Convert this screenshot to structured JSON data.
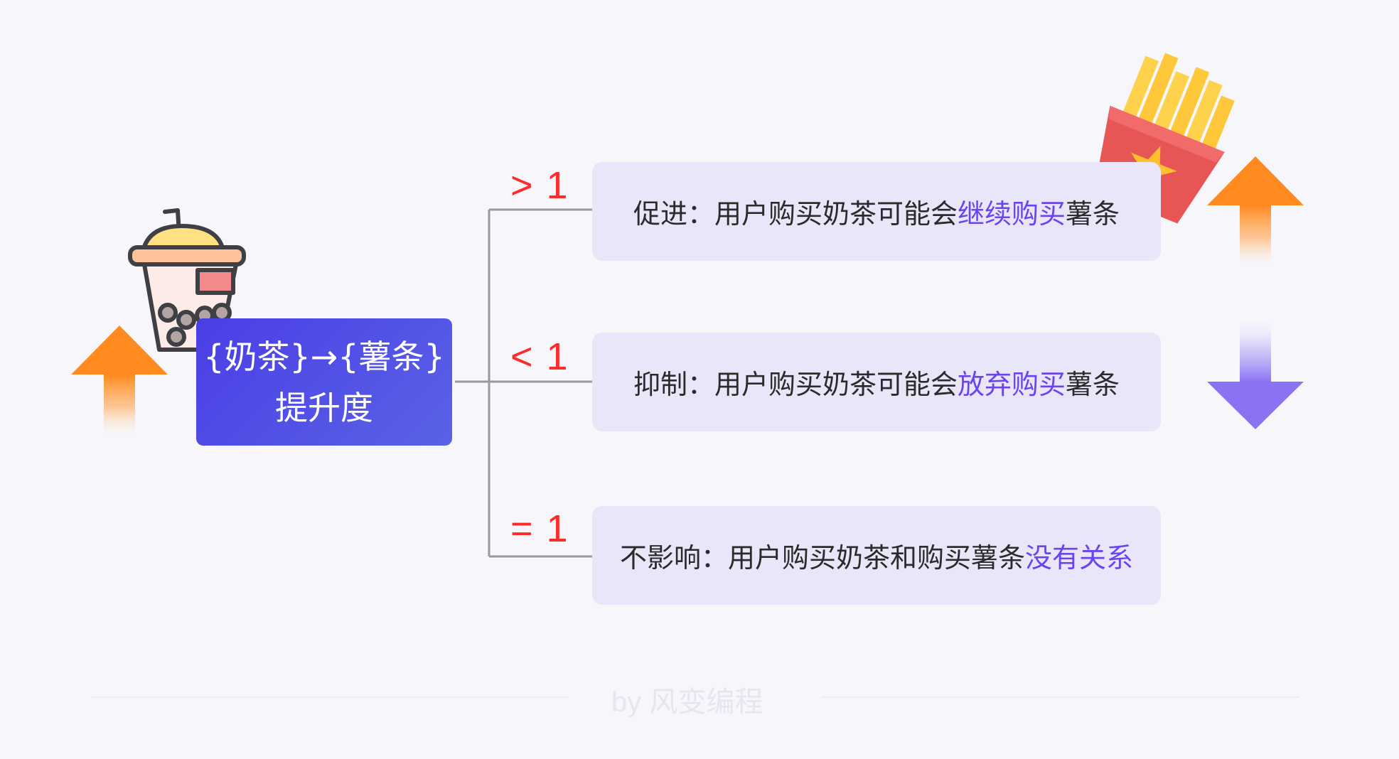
{
  "center": {
    "line1": "{奶茶}→{薯条}",
    "line2": "提升度"
  },
  "branches": [
    {
      "condition": "> 1",
      "prefix": "促进：用户购买奶茶可能会",
      "highlight": "继续购买",
      "suffix": "薯条"
    },
    {
      "condition": "< 1",
      "prefix": "抑制：用户购买奶茶可能会",
      "highlight": "放弃购买",
      "suffix": "薯条"
    },
    {
      "condition": "= 1",
      "prefix": "不影响：用户购买奶茶和购买薯条",
      "highlight": "没有关系",
      "suffix": ""
    }
  ],
  "watermark": "by 风变编程",
  "icons": [
    "milk-tea-icon",
    "french-fries-icon",
    "arrow-up-icon",
    "arrow-down-icon"
  ],
  "colors": {
    "node_gradient_start": "#4a3ee6",
    "node_gradient_end": "#5a62e6",
    "condition": "#ff2a2a",
    "highlight": "#6b44f0",
    "card_bg": "#e8e6f8",
    "arrow_up": "#ff8a1f",
    "arrow_down": "#8a72f2"
  }
}
